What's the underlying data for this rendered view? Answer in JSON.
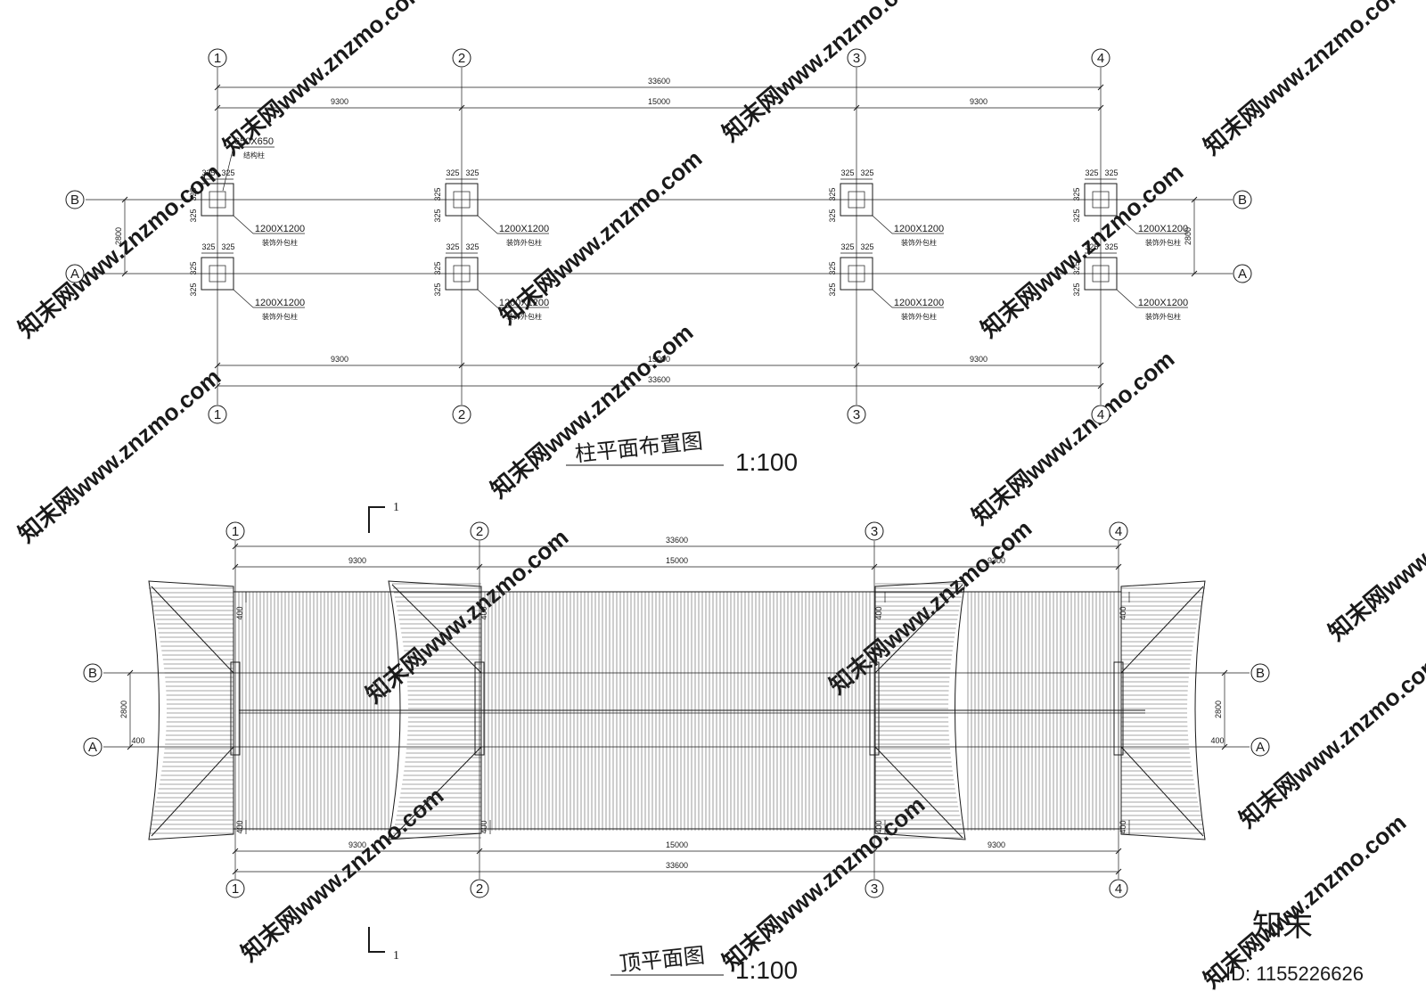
{
  "axes": {
    "numbered": [
      "1",
      "2",
      "3",
      "4"
    ],
    "lettered": [
      "A",
      "B"
    ]
  },
  "dims": {
    "total": "33600",
    "bays": [
      "9300",
      "15000",
      "9300"
    ],
    "depth": "2800",
    "offset": "325",
    "eave": "400"
  },
  "columns": {
    "struct_size": "650X650",
    "struct_name": "结构柱",
    "deco_size": "1200X1200",
    "deco_name": "装饰外包柱"
  },
  "plan1": {
    "title": "柱平面布置图",
    "scale": "1:100"
  },
  "plan2": {
    "title": "顶平面图",
    "scale": "1:100"
  },
  "section": {
    "mark": "1"
  },
  "brand": {
    "logo": "知末",
    "id": "ID: 1155226626",
    "watermark": "知末网www.znzmo.com"
  },
  "colors": {
    "ink": "#1a1a1a",
    "hatch": "#4a4a4a",
    "watermark": "#cfcfcf"
  }
}
